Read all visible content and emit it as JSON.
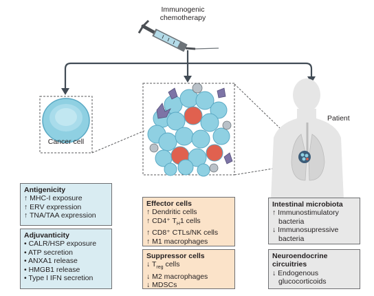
{
  "title": {
    "line1": "Immunogenic",
    "line2": "chemotherapy"
  },
  "labels": {
    "cancer_cell": "Cancer cell",
    "patient": "Patient"
  },
  "antigenicity": {
    "heading": "Antigenicity",
    "items": [
      "↑ MHC-I exposure",
      "↑ ERV expression",
      "↑ TNA/TAA expression"
    ]
  },
  "adjuvanticity": {
    "heading": "Adjuvanticity",
    "items": [
      "• CALR/HSP exposure",
      "• ATP secretion",
      "• ANXA1 release",
      "• HMGB1 release",
      "• Type I IFN secretion"
    ]
  },
  "effector": {
    "heading": "Effector cells",
    "items": [
      "↑ Dendritic cells",
      "↑ CD4⁺ T",
      "↑ CD8⁺ CTLs/NK cells",
      "↑ M1 macrophages"
    ],
    "cd4_sub": "H",
    "cd4_suffix": "1 cells"
  },
  "suppressor": {
    "heading": "Suppressor cells",
    "treg_prefix": "↓ T",
    "treg_sub": "reg",
    "treg_suffix": " cells",
    "items": [
      "↓ M2 macrophages",
      "↓ MDSCs"
    ]
  },
  "microbiota": {
    "heading": "Intestinal microbiota",
    "item1_line1": "↑ Immunostimulatory",
    "item1_line2": "bacteria",
    "item2_line1": "↓ Immunosupressive",
    "item2_line2": "bacteria"
  },
  "neuro": {
    "heading_line1": "Neuroendocrine",
    "heading_line2": "circuitries",
    "item_line1": "↓ Endogenous",
    "item_line2": "glucocorticoids"
  },
  "colors": {
    "blue_box": "#d9ecf2",
    "peach_box": "#fbe3c9",
    "gray_box": "#e8e8e8",
    "arrow": "#414b55",
    "cell": "#8fd0e2",
    "red_cell": "#e0614f"
  }
}
